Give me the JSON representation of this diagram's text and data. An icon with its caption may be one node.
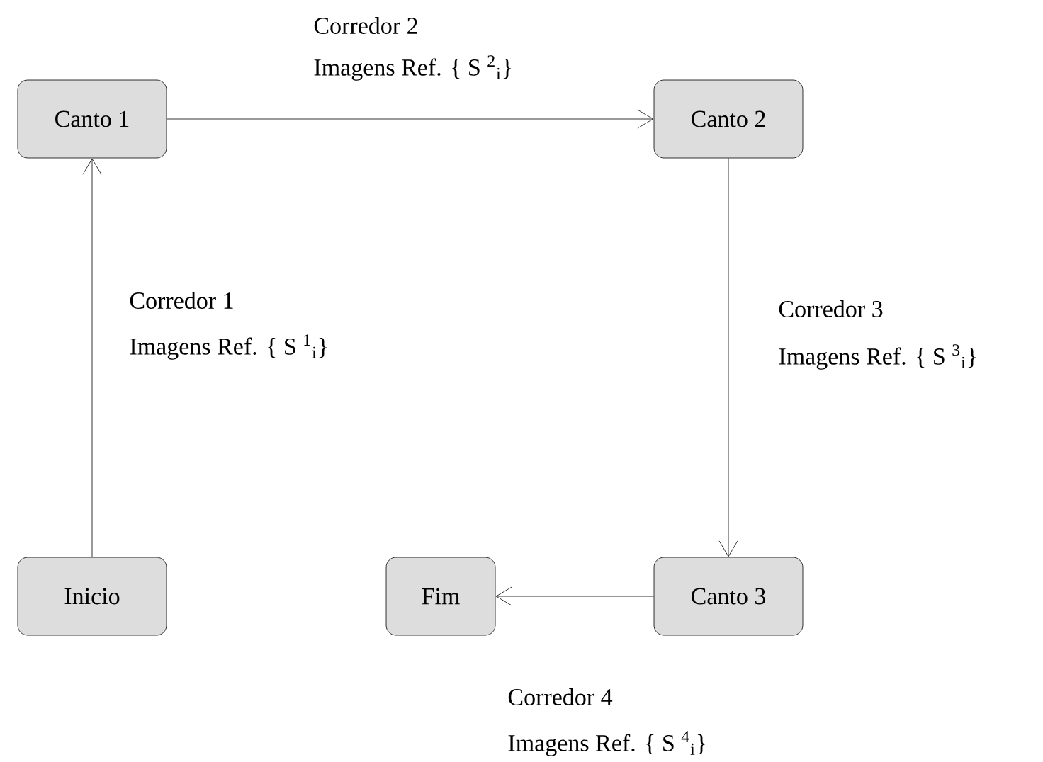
{
  "diagram": {
    "nodes": [
      {
        "text": [
          "Canto 1"
        ]
      },
      {
        "text": [
          "Canto 2"
        ]
      },
      {
        "text": [
          "Inicio"
        ]
      },
      {
        "text": [
          "Fim"
        ]
      },
      {
        "text": [
          "Canto 3"
        ]
      }
    ],
    "edges": [
      {
        "from": 2,
        "to": 0,
        "arrow": "to",
        "label": "Corredor 1"
      },
      {
        "from": 0,
        "to": 1,
        "arrow": "to",
        "label": "Corredor 2"
      },
      {
        "from": 1,
        "to": 4,
        "arrow": "to",
        "label": "Corredor 3"
      },
      {
        "from": 4,
        "to": 3,
        "arrow": "to",
        "label": "Corredor 4"
      }
    ],
    "labels": [
      "Imagens Ref. { S $^{2}$$_{i}$}",
      "Imagens Ref. { S $^{1}$$_{i}$}",
      "Imagens Ref. { S $^{3}$$_{i}$}",
      "Imagens Ref. { S $^{4}$$_{i}$}"
    ]
  }
}
